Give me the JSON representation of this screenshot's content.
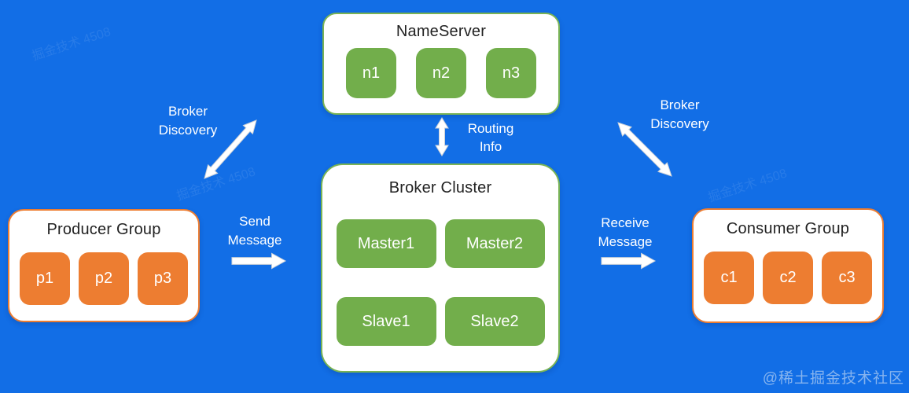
{
  "colors": {
    "background": "#126EE6",
    "node_green": "#72AE4B",
    "node_orange": "#ED7D31",
    "box_background": "#FFFFFF",
    "title_text": "#222222",
    "node_text": "#FFFFFF",
    "label_text": "#FFFFFF"
  },
  "nameserver": {
    "title": "NameServer",
    "nodes": [
      "n1",
      "n2",
      "n3"
    ]
  },
  "broker_cluster": {
    "title": "Broker Cluster",
    "rows": [
      [
        "Master1",
        "Master2"
      ],
      [
        "Slave1",
        "Slave2"
      ]
    ]
  },
  "producer_group": {
    "title": "Producer Group",
    "nodes": [
      "p1",
      "p2",
      "p3"
    ]
  },
  "consumer_group": {
    "title": "Consumer Group",
    "nodes": [
      "c1",
      "c2",
      "c3"
    ]
  },
  "labels": {
    "broker_discovery_left": {
      "line1": "Broker",
      "line2": "Discovery"
    },
    "broker_discovery_right": {
      "line1": "Broker",
      "line2": "Discovery"
    },
    "routing_info": {
      "line1": "Routing",
      "line2": "Info"
    },
    "send_message": {
      "line1": "Send",
      "line2": "Message"
    },
    "receive_message": {
      "line1": "Receive",
      "line2": "Message"
    }
  },
  "watermark": {
    "corner_text": "@稀土掘金技术社区",
    "tile_text": "掘金技术 4508"
  }
}
